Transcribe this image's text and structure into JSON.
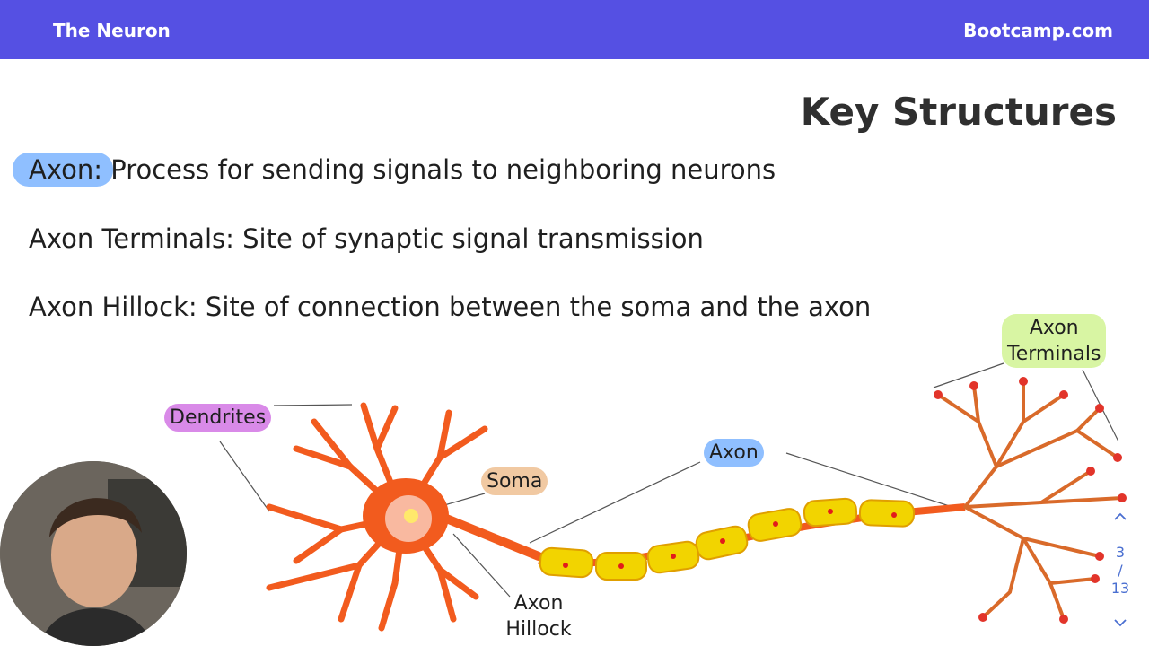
{
  "header": {
    "left_title": "The Neuron",
    "right_title": "Bootcamp.com",
    "bg_color": "#5550e3"
  },
  "slide": {
    "title": "Key Structures",
    "lines": [
      {
        "term": "Axon:",
        "desc": " Process for sending signals to neighboring neurons",
        "highlight_color": "#8fbfff"
      },
      {
        "term": "Axon Terminals:",
        "desc": " Site of synaptic signal transmission"
      },
      {
        "term": "Axon Hillock:",
        "desc": " Site of connection between the soma and the axon"
      }
    ]
  },
  "diagram_labels": {
    "dendrites": "Dendrites",
    "soma": "Soma",
    "axon": "Axon",
    "axon_hillock_1": "Axon",
    "axon_hillock_2": "Hillock",
    "axon_terminals_1": "Axon",
    "axon_terminals_2": "Terminals"
  },
  "pagination": {
    "current": "3",
    "separator": "/",
    "total": "13",
    "up_icon": "chevron-up-icon",
    "down_icon": "chevron-down-icon"
  }
}
